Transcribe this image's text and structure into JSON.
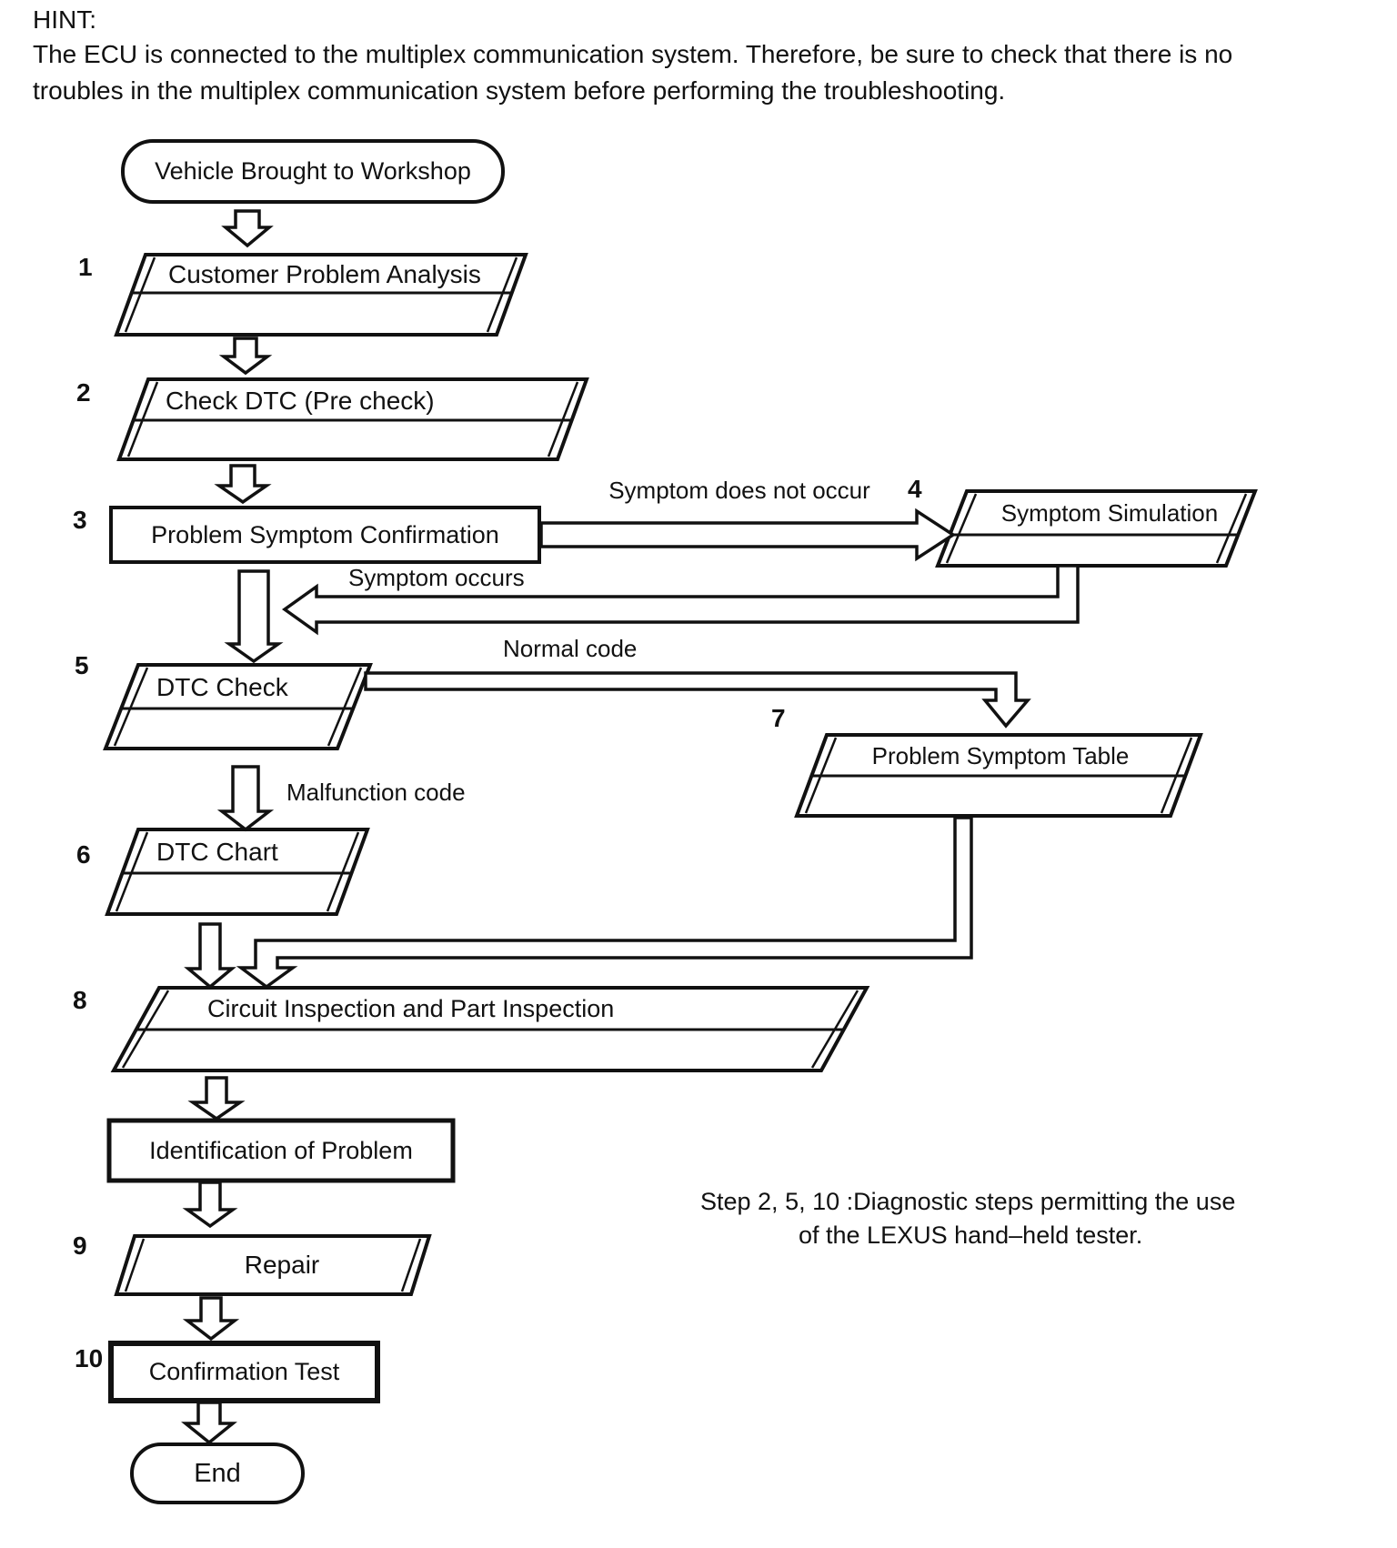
{
  "hint": {
    "title": "HINT:",
    "line1": "The ECU is connected to the multiplex communication system. Therefore, be sure to check that there is no",
    "line2": "troubles in the multiplex communication system before performing the troubleshooting."
  },
  "nodes": {
    "start": "Vehicle Brought to Workshop",
    "customer_problem_analysis": "Customer Problem Analysis",
    "check_dtc": "Check DTC (Pre check)",
    "problem_symptom_confirmation": "Problem Symptom Confirmation",
    "symptom_simulation": "Symptom Simulation",
    "dtc_check": "DTC Check",
    "dtc_chart": "DTC Chart",
    "problem_symptom_table": "Problem Symptom Table",
    "circuit_inspection": "Circuit Inspection and Part Inspection",
    "identification_of_problem": "Identification of Problem",
    "repair": "Repair",
    "confirmation_test": "Confirmation Test",
    "end": "End"
  },
  "step_numbers": {
    "step1": "1",
    "step2": "2",
    "step3": "3",
    "step4": "4",
    "step5": "5",
    "step6": "6",
    "step7": "7",
    "step8": "8",
    "step9": "9",
    "step10": "10"
  },
  "edge_labels": {
    "symptom_does_not_occur": "Symptom does not occur",
    "symptom_occurs": "Symptom occurs",
    "normal_code": "Normal code",
    "malfunction_code": "Malfunction code"
  },
  "note": {
    "line1": "Step 2, 5, 10 :Diagnostic steps permitting the use",
    "line2": "of the LEXUS hand–held tester."
  },
  "colors": {
    "ink": "#111111",
    "paper": "#ffffff"
  }
}
